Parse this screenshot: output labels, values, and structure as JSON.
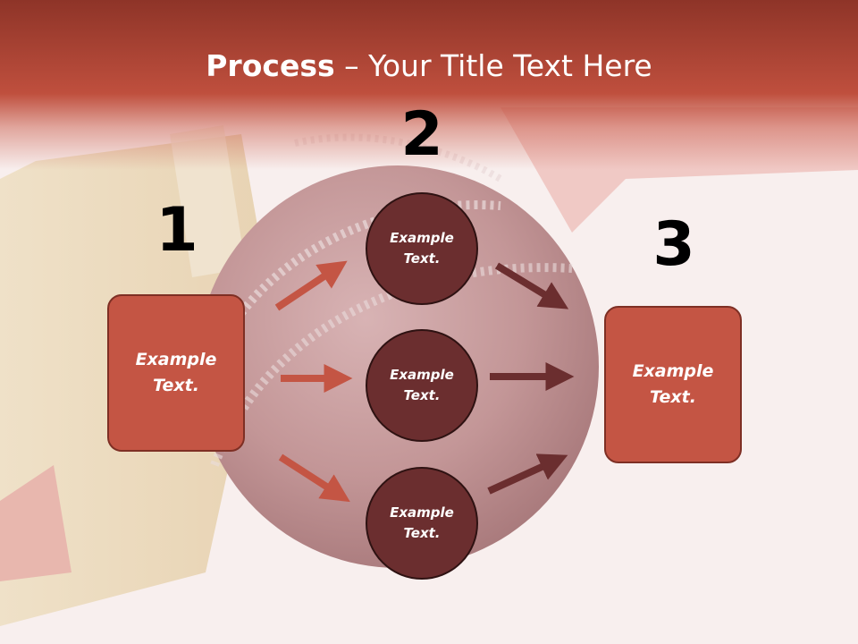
{
  "title": {
    "bold": "Process",
    "rest": " – Your Title Text Here"
  },
  "steps": {
    "one": "1",
    "two": "2",
    "three": "3"
  },
  "nodes": {
    "left_box": "Example\nText.",
    "circle_top": "Example\nText.",
    "circle_middle": "Example\nText.",
    "circle_bottom": "Example\nText.",
    "right_box": "Example\nText."
  },
  "colors": {
    "header": "#b84a39",
    "box_fill": "#c45544",
    "circle_fill": "#6b2e2f",
    "arrow_left": "#c45544",
    "arrow_right": "#6b2e2f"
  }
}
